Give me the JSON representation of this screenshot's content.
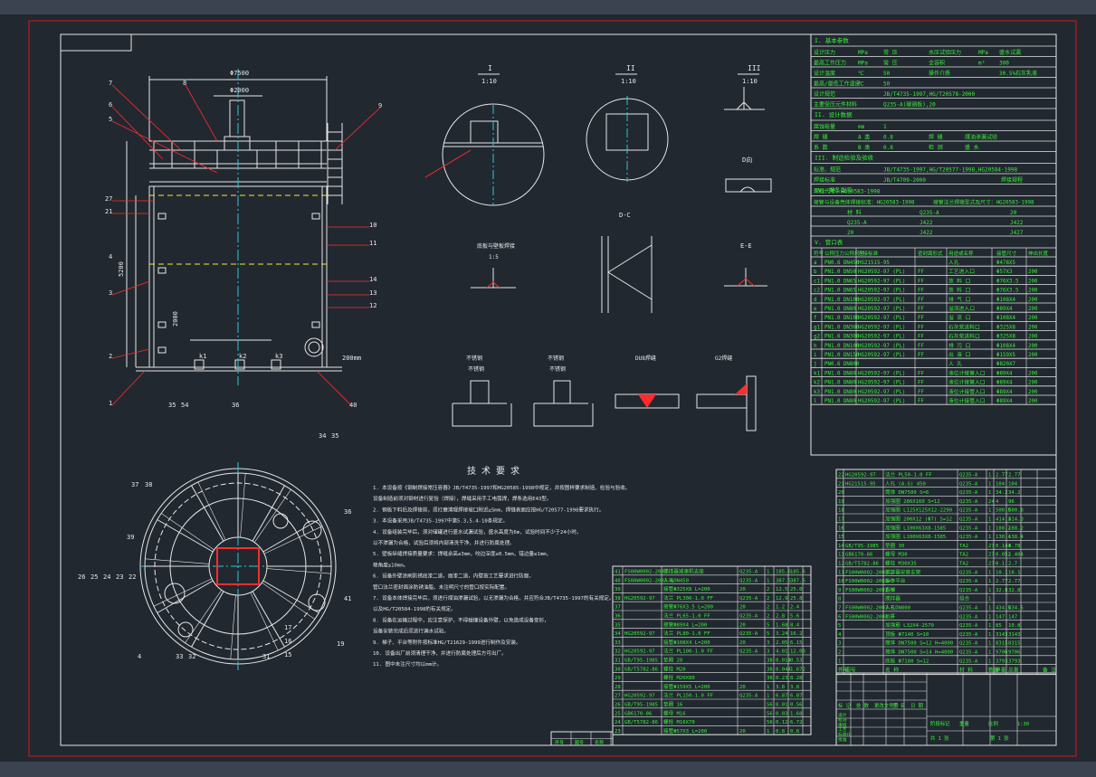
{
  "colors": {
    "background": "#212830",
    "frame_outer": "#d11a1a",
    "frame_inner": "#e6e6e6",
    "geometry": "#e6e6e6",
    "dims": "#e8e8e8",
    "centerline": "#29c7d9",
    "hidden": "#ffe23a",
    "table_text": "#39ef39",
    "leader": "#ff2c2c",
    "hatch": "#ff2c2c"
  },
  "views": {
    "section_I": {
      "title": "I",
      "scale": "1:10"
    },
    "section_II": {
      "title": "II",
      "scale": "1:10"
    },
    "section_III": {
      "title": "III",
      "scale": "1:10"
    },
    "detail_DA": {
      "title": "D向"
    },
    "detail_DC": {
      "title": "D-C"
    },
    "detail_EE": {
      "title": "E-E"
    },
    "detail_small1": {
      "title": "底板与壁板焊接",
      "scale": "1:5"
    },
    "detail_w1": {
      "title": "不锈钢",
      "sub": "不锈钢"
    },
    "detail_w2": {
      "title": "不锈钢",
      "sub": "不锈钢"
    },
    "detail_w3": {
      "title": "DU8焊缝"
    },
    "detail_w4": {
      "title": "G2焊缝"
    }
  },
  "elevation": {
    "dims": {
      "top": "Φ7500",
      "inner": "Φ2000",
      "h1": "5200",
      "h2": "2000",
      "pad": "200mm"
    },
    "nozzles": [
      "k1",
      "k2",
      "k3"
    ],
    "part_labels": [
      "7",
      "8",
      "9",
      "6",
      "5",
      "27",
      "21",
      "3",
      "4",
      "2",
      "1",
      "10",
      "11",
      "14",
      "13",
      "12",
      "35",
      "54",
      "36",
      "40"
    ]
  },
  "plan": {
    "labels": [
      "37",
      "38",
      "34",
      "35",
      "36",
      "26",
      "25",
      "24",
      "23",
      "22",
      "39",
      "41",
      "4",
      "33",
      "32",
      "31",
      "17",
      "16",
      "15",
      "19"
    ]
  },
  "tech_req": {
    "title": "技 术 要 求",
    "lines": [
      "1. 本设备按《钢制焊接常压容器》JB/T4735-1997和HG20585-1998中规定，并按图样要求制造、检验与验收。",
      "   设备制造前须对钢材进行复验（焊接），焊缝采用手工电弧焊，焊条选用E43型。",
      "2. 钢板下料后及焊接前，须打磨清理焊接坡口附近≥5mm，焊缝表面应按HG/T20577-1998要求执行。",
      "3. 本设备采用JB/T4735-1997中第5.3,5.4-10条规定。",
      "4. 设备组装完毕后，须对储罐进行盛水试漏试验，盛水高度为6m，试验时间不少于24小时。",
      "   以不渗漏为合格，试验后须将内部清洗干净，并进行防腐处理。",
      "5. 壁板纵缝焊接质量要求：焊缝余高≤3mm，咬边深度≤0.5mm，错边量≤1mm，",
      "   棱角度≤10mm。",
      "6. 设备外壁涂刷防锈底漆二道，面漆二道，内壁按工艺要求进行防腐，",
      "   管口法兰密封面涂防锈油脂，未注明尺寸的管口按实际配置。",
      "7. 设备本体焊接完毕后，须进行煤油渗漏试验，以无渗漏为合格，并应符合JB/T4735-1997的有关规定。",
      "   以及HG/T20584-1998的有关规定。",
      "8. 设备在运输过程中，应注意保护，不得碰撞设备外壁，以免造成设备变形，",
      "   设备安装完成后须进行满水试验。",
      "9. 梯子、平台等附件按标准HG/T21629-1999进行制作及安装。",
      "10. 设备出厂前须清理干净，并进行防腐处理后方可出厂。",
      "11. 图中未注尺寸均以mm计。"
    ]
  },
  "spec_table": {
    "section1": "I. 基本参数",
    "rows1": [
      [
        "设计压力",
        "MPa",
        "常 压",
        "水压试验压力",
        "MPa",
        "盛水试漏"
      ],
      [
        "最高工作压力",
        "MPa",
        "常 压",
        "全容积",
        "m³",
        "300"
      ],
      [
        "设计温度",
        "℃",
        "50",
        "操作介质",
        "",
        "30.5%石灰乳液"
      ],
      [
        "最高/最低工作温度",
        "℃",
        "50",
        "",
        "",
        ""
      ],
      [
        "设计规范",
        "",
        "JB/T4735-1997,HG/T20578-2000",
        "",
        "",
        ""
      ],
      [
        "主要受压元件材料",
        "",
        "Q235-A(碳钢板),20",
        "",
        "",
        ""
      ]
    ],
    "section2": "II. 设计数据",
    "rows2": [
      [
        "腐蚀裕量",
        "mm",
        "1",
        "",
        ""
      ],
      [
        "焊 缝",
        "A 类",
        "0.8",
        "焊 缝",
        "煤油渗漏试验"
      ],
      [
        "系 数",
        "B 类",
        "0.8",
        "检 测",
        "盛 水"
      ]
    ],
    "section3": "III. 制造检验及验收",
    "rows3": [
      [
        "标准、规范",
        "JB/T4735-1997,HG/T20577-1998,HG20584-1998"
      ],
      [
        "焊接标准",
        "JB/T4709-2000",
        "焊接规程"
      ]
    ],
    "section4": "IV. 焊条型号",
    "row4_a": [
      "焊缝代号：HG20583-1998",
      ""
    ],
    "row4_b": [
      "接管与设备壳体焊接标准：HG20583-1998",
      "接管法兰焊接型式及尺寸：HG20583-1998"
    ],
    "row4_c": [
      "材 料",
      "Q235-A",
      "20"
    ],
    "row4_d": [
      "Q235-A",
      "J422",
      "J422"
    ],
    "row4_e": [
      "20",
      "J422",
      "J427"
    ],
    "section5": "V. 管口表",
    "nozzle_head": [
      "符号",
      "公称压力公称尺寸",
      "连接标准",
      "密封面形式",
      "用途或名称",
      "接管尺寸",
      "伸出长度"
    ],
    "nozzles": [
      [
        "a",
        "PN0.6 DN450",
        "HG21515-95",
        "",
        "人孔",
        "Φ478X5",
        ""
      ],
      [
        "b",
        "PN1.0 DN50",
        "HG20592-97 (PL)",
        "FF",
        "工艺进入口",
        "Φ57X3",
        "200"
      ],
      [
        "c1",
        "PN1.0 DN65",
        "HG20592-97 (PL)",
        "FF",
        "放 料 口",
        "Φ76X3.5",
        "200"
      ],
      [
        "c2",
        "PN1.0 DN65",
        "HG20592-97 (PL)",
        "FF",
        "放 料 口",
        "Φ76X3.5",
        "200"
      ],
      [
        "d",
        "PN1.0 DN100",
        "HG20592-97 (PL)",
        "FF",
        "排 气 口",
        "Φ108X4",
        "200"
      ],
      [
        "e",
        "PN1.0 DN80",
        "HG20592-97 (PL)",
        "FF",
        "溢流进入口",
        "Φ89X4",
        "200"
      ],
      [
        "f",
        "PN1.0 DN100",
        "HG20592-97 (PL)",
        "FF",
        "溢 流 口",
        "Φ108X4",
        "200"
      ],
      [
        "g1",
        "PN1.0 DN300",
        "HG20592-97 (PL)",
        "FF",
        "石灰浆进料口",
        "Φ325X8",
        "200"
      ],
      [
        "g2",
        "PN1.0 DN300",
        "HG20592-97 (PL)",
        "FF",
        "石灰浆进料口",
        "Φ325X8",
        "200"
      ],
      [
        "h",
        "PN1.0 DN100",
        "HG20592-97 (PL)",
        "FF",
        "排 污 口",
        "Φ108X4",
        "200"
      ],
      [
        "i",
        "PN1.0 DN150",
        "HG20592-97 (PL)",
        "FF",
        "出 液 口",
        "Φ159X5",
        "200"
      ],
      [
        "j",
        "PN0.6 DN800",
        "",
        "",
        "人 孔",
        "Φ820X7",
        ""
      ],
      [
        "k1",
        "PN1.0 DN80",
        "HG20592-97 (PL)",
        "FF",
        "液位计接管入口",
        "Φ89X4",
        "200"
      ],
      [
        "k2",
        "PN1.0 DN80",
        "HG20592-97 (PL)",
        "FF",
        "液位计接管入口",
        "Φ89X4",
        "200"
      ],
      [
        "k3",
        "PN1.0 DN80",
        "HG20592-97 (PL)",
        "FF",
        "液位计接管入口",
        "Φ89X4",
        "200"
      ],
      [
        "l",
        "PN1.0 DN80",
        "HG20592-97 (PL)",
        "FF",
        "液位计接管入口",
        "Φ89X4",
        "200"
      ]
    ]
  },
  "bom_left": {
    "rows": [
      [
        "41",
        "FS00W0002-2003-1",
        "搅拌器减速机支座",
        "Q235-A",
        "1",
        "185.6",
        "185.6"
      ],
      [
        "40",
        "FS00W0002-2003-4",
        "人孔DN450",
        "Q235-A",
        "1",
        "387.5",
        "387.5"
      ],
      [
        "39",
        "",
        "接管Φ325X8 L=200",
        "20",
        "2",
        "12.5",
        "25.0"
      ],
      [
        "38",
        "HG20592-97",
        "法兰 PL300-1.0 FF",
        "Q235-A",
        "2",
        "12.9",
        "25.8"
      ],
      [
        "37",
        "",
        "接管Φ76X3.5 L=200",
        "20",
        "2",
        "1.2",
        "2.4"
      ],
      [
        "36",
        "",
        "法兰 PL65-1.0 FF",
        "Q235-A",
        "2",
        "2.8",
        "5.6"
      ],
      [
        "35",
        "",
        "接管Φ89X4 L=200",
        "20",
        "5",
        "1.68",
        "8.4"
      ],
      [
        "34",
        "HG20592-97",
        "法兰 PL80-1.0 FF",
        "Q235-A",
        "5",
        "3.24",
        "16.2"
      ],
      [
        "33",
        "",
        "接管Φ108X4 L=200",
        "20",
        "3",
        "2.05",
        "6.15"
      ],
      [
        "32",
        "HG20592-97",
        "法兰 PL100-1.0 FF",
        "Q235-A",
        "3",
        "4.01",
        "12.03"
      ],
      [
        "31",
        "GB/T95-1985",
        "垫圈 20",
        "",
        "38",
        "0.014",
        "0.53"
      ],
      [
        "30",
        "GB/T5782-86",
        "螺栓 M20",
        "",
        "38",
        "0.044",
        "1.672"
      ],
      [
        "29",
        "",
        "螺栓 M20X80",
        "",
        "38",
        "0.23",
        "8.28"
      ],
      [
        "28",
        "",
        "接管Φ159X5 L=200",
        "20",
        "1",
        "3.8",
        "3.8"
      ],
      [
        "27",
        "HG20592-97",
        "法兰 PL150-1.0 FF",
        "Q235-A",
        "1",
        "6.87",
        "6.87"
      ],
      [
        "26",
        "GB/T95-1985",
        "垫圈 16",
        "",
        "56",
        "0.01",
        "0.56"
      ],
      [
        "25",
        "GB6170-86",
        "螺母 M16",
        "",
        "56",
        "0.03",
        "1.68"
      ],
      [
        "24",
        "GB/T5782-86",
        "螺栓 M16X70",
        "",
        "56",
        "0.12",
        "6.72"
      ],
      [
        "23",
        "",
        "接管Φ57X3 L=200",
        "20",
        "1",
        "0.8",
        "0.8"
      ]
    ]
  },
  "bom_right": {
    "rows": [
      [
        "22",
        "HG20592-97",
        "法兰 PL50-1.0 FF",
        "Q235-A",
        "1",
        "2.77",
        "2.77"
      ],
      [
        "21",
        "HG21515-95",
        "人孔 (A.G) 450",
        "Q235-A",
        "1",
        "104",
        "104"
      ],
      [
        "20",
        "",
        "筒体 DN7500 S=6",
        "Q235-A",
        "1",
        "34.2",
        "34.2"
      ],
      [
        "19",
        "",
        "加强圈 286X160 S=12",
        "Q235-A",
        "24",
        "4",
        "96"
      ],
      [
        "18",
        "",
        "加强圈 L125X125X12-2290",
        "Q235-A",
        "1",
        "500.8",
        "500.8"
      ],
      [
        "17",
        "",
        "加强圈 200X12 (Φ7) S=12",
        "Q235-A",
        "1",
        "414.3",
        "414.3"
      ],
      [
        "16",
        "",
        "加强圈 L100X63X8-1585",
        "Q235-A",
        "1",
        "188.2",
        "188.2"
      ],
      [
        "15",
        "",
        "加强圈 L100X63X8-1585",
        "Q235-A",
        "1",
        "138.4",
        "138.4"
      ],
      [
        "14",
        "GB/T95-1985",
        "垫圈 30",
        "TA2",
        "27",
        "0.144",
        "3.78"
      ],
      [
        "13",
        "GB6170-86",
        "螺母 M30",
        "TA2",
        "27",
        "0.052",
        "1.404"
      ],
      [
        "12",
        "GB/T5782-86",
        "螺栓 M30X35",
        "TA2",
        "27",
        "0.1",
        "2.7"
      ],
      [
        "11",
        "FS00W0002-2003-2",
        "搅拌器安装支架",
        "Q235-A",
        "1",
        "10.1",
        "10.1"
      ],
      [
        "10",
        "FS00W0002-2003-3",
        "操作平台",
        "Q235-A",
        "1",
        "2.77",
        "2.77"
      ],
      [
        "9",
        "FS00W0002-2003-5",
        "直梯",
        "Q235-A",
        "1",
        "32.8",
        "32.8"
      ],
      [
        "8",
        "",
        "搅拌器",
        "组合",
        "1",
        "",
        ""
      ],
      [
        "7",
        "FS00W0002-2003-6",
        "人孔DN800",
        "Q235-A",
        "1",
        "434.5",
        "434.5"
      ],
      [
        "6",
        "FS00W0002-2003-7",
        "栏杆",
        "Q235-A",
        "1",
        "147",
        "147"
      ],
      [
        "5",
        "",
        "加强筋 L32X4-2570",
        "Q235-A",
        "1",
        "85",
        "10.8"
      ],
      [
        "4",
        "",
        "顶板 Φ7140 S=10",
        "Q235-A",
        "1",
        "3143",
        "3143"
      ],
      [
        "3",
        "",
        "筒体 DN7500 S=12 H=4000",
        "Q235-A",
        "1",
        "8315",
        "8315"
      ],
      [
        "2",
        "",
        "筒体 DN7500 S=14 H=4000",
        "Q235-A",
        "1",
        "9706",
        "9706"
      ],
      [
        "1",
        "",
        "底板 Φ7180 S=12",
        "Q235-A",
        "1",
        "3793",
        "3793"
      ]
    ],
    "head": [
      "件号",
      "图号",
      "名 称",
      "材 料",
      "数量",
      "单重",
      "总重",
      "备 注"
    ]
  },
  "title_block": {
    "rows": [
      "标 记",
      "处 数",
      "更改文件号",
      "签 名",
      "日 期"
    ],
    "roles": [
      "设计",
      "校对",
      "审核",
      "工艺",
      "标准化",
      "批准"
    ],
    "fields": [
      "阶段标记",
      "重量",
      "比例"
    ],
    "scale": "1:30",
    "sheet": [
      "共 1 张",
      "第 1 张"
    ]
  },
  "small_table": {
    "head": [
      "序号",
      "图号",
      "名称"
    ]
  }
}
